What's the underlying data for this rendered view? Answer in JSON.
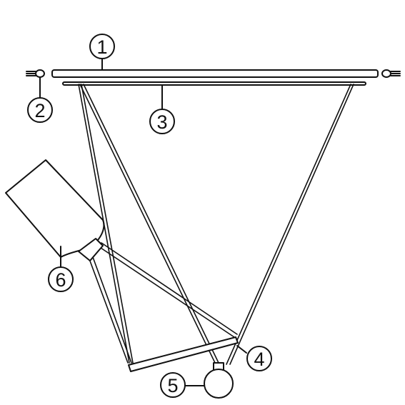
{
  "labels": {
    "rail": "1",
    "end_cap": "2",
    "suspension_bar": "3",
    "crossbar": "4",
    "globe_lamp": "5",
    "cylinder_shade": "6"
  },
  "colors": {
    "line": "#111111",
    "background": "#ffffff"
  },
  "icons": {
    "end_cap_left": "end-cap-icon",
    "end_cap_right": "end-cap-icon"
  }
}
